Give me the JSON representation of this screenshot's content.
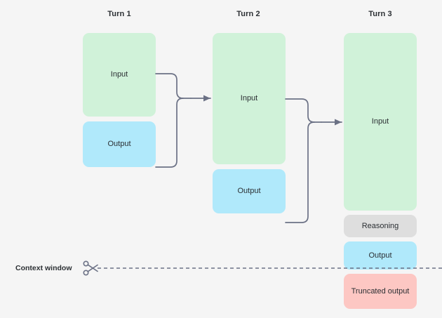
{
  "diagram": {
    "title_columns": [
      {
        "label": "Turn 1"
      },
      {
        "label": "Turn 2"
      },
      {
        "label": "Turn 3"
      }
    ],
    "turn1": {
      "header": "Turn 1",
      "blocks": [
        {
          "label": "Input",
          "kind": "input",
          "color": "#d0f2d9"
        },
        {
          "label": "Output",
          "kind": "output",
          "color": "#b0e9fb"
        }
      ]
    },
    "turn2": {
      "header": "Turn 2",
      "blocks": [
        {
          "label": "Input",
          "kind": "input",
          "color": "#d0f2d9"
        },
        {
          "label": "Output",
          "kind": "output",
          "color": "#b0e9fb"
        }
      ]
    },
    "turn3": {
      "header": "Turn 3",
      "blocks": [
        {
          "label": "Input",
          "kind": "input",
          "color": "#d0f2d9"
        },
        {
          "label": "Reasoning",
          "kind": "reasoning",
          "color": "#dedede"
        },
        {
          "label": "Output",
          "kind": "output",
          "color": "#b0e9fb"
        },
        {
          "label": "Truncated output",
          "kind": "truncated",
          "color": "#fdc7c3"
        }
      ]
    },
    "context_window": {
      "label": "Context window",
      "icon": "scissors-icon",
      "line_style": "dashed",
      "line_color": "#6b7185"
    },
    "connector_color": "#6b7185",
    "background_color": "#f5f5f5",
    "text_color": "#2b2f33"
  }
}
